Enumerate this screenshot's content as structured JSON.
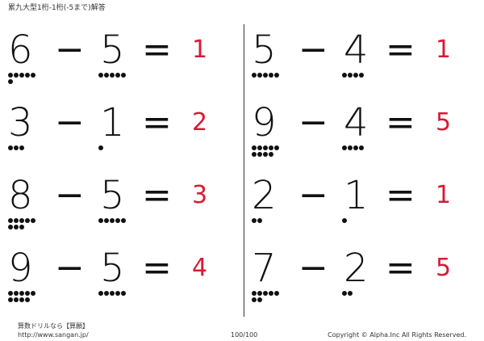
{
  "header": {
    "title": "累九大型1桁-1桁(-5まで)解答"
  },
  "problems": [
    {
      "a": "6",
      "op": "−",
      "b": "5",
      "eq": "=",
      "ans": "1",
      "a_val": 6,
      "b_val": 5
    },
    {
      "a": "5",
      "op": "−",
      "b": "4",
      "eq": "=",
      "ans": "1",
      "a_val": 5,
      "b_val": 4
    },
    {
      "a": "3",
      "op": "−",
      "b": "1",
      "eq": "=",
      "ans": "2",
      "a_val": 3,
      "b_val": 1
    },
    {
      "a": "9",
      "op": "−",
      "b": "4",
      "eq": "=",
      "ans": "5",
      "a_val": 9,
      "b_val": 4
    },
    {
      "a": "8",
      "op": "−",
      "b": "5",
      "eq": "=",
      "ans": "3",
      "a_val": 8,
      "b_val": 5
    },
    {
      "a": "2",
      "op": "−",
      "b": "1",
      "eq": "=",
      "ans": "1",
      "a_val": 2,
      "b_val": 1
    },
    {
      "a": "9",
      "op": "−",
      "b": "5",
      "eq": "=",
      "ans": "4",
      "a_val": 9,
      "b_val": 5
    },
    {
      "a": "7",
      "op": "−",
      "b": "2",
      "eq": "=",
      "ans": "5",
      "a_val": 7,
      "b_val": 2
    }
  ],
  "footer": {
    "site_name": "算数ドリルなら【算願】",
    "url": "http://www.sangan.jp/",
    "page": "100/100",
    "copyright": "Copyright © Alpha.Inc All Rights Reserved."
  },
  "colors": {
    "answer": "#d81b35",
    "ink": "#111111"
  }
}
